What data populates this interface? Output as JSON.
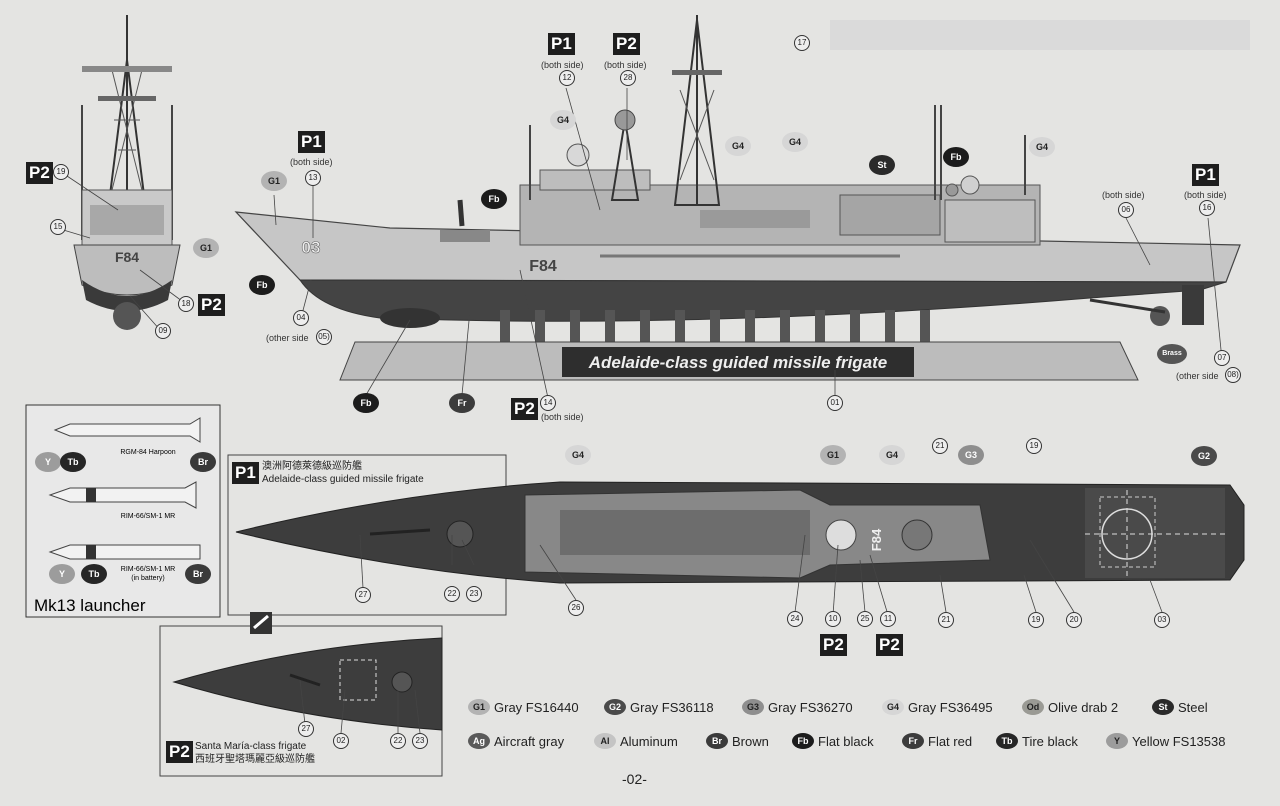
{
  "page_number": "-02-",
  "display_title": "Adelaide-class guided missile frigate",
  "hull": {
    "bow_number": "03",
    "pennant": "F84",
    "deck_marking": "F84"
  },
  "markers": {
    "p1": "P1",
    "p2": "P2",
    "both_side": "(both side)",
    "other_side": "(other side",
    "n01": "01",
    "n02": "02",
    "n03": "03",
    "n04": "04",
    "n05": "05)",
    "n06": "06",
    "n07": "07",
    "n08": "08)",
    "n09": "09",
    "n10": "10",
    "n11": "11",
    "n12": "12",
    "n13": "13",
    "n14": "14",
    "n15": "15",
    "n16": "16",
    "n17": "17",
    "n18": "18",
    "n19": "19",
    "n20": "20",
    "n21": "21",
    "n22": "22",
    "n23": "23",
    "n24": "24",
    "n25": "25",
    "n26": "26",
    "n27": "27",
    "n28": "28"
  },
  "color_codes": {
    "g1": "G1",
    "g2": "G2",
    "g3": "G3",
    "g4": "G4",
    "st": "St",
    "fb": "Fb",
    "fr": "Fr",
    "tb": "Tb",
    "y": "Y",
    "br": "Br",
    "brass": "Brass"
  },
  "mk13": {
    "title": "Mk13 launcher",
    "missiles": [
      "RGM-84 Harpoon",
      "RIM-66/SM-1 MR",
      "RIM-66/SM-1 MR",
      "(in battery)"
    ]
  },
  "p1_box": {
    "label": "P1",
    "chinese": "澳洲阿德萊德級巡防艦",
    "english": "Adelaide-class guided missile frigate"
  },
  "p2_box": {
    "label": "P2",
    "english": "Santa María-class frigate",
    "chinese": "西班牙聖塔瑪麗亞級巡防艦"
  },
  "legend": [
    {
      "code": "G1",
      "name": "Gray FS16440",
      "color": "#b3b3b3"
    },
    {
      "code": "G2",
      "name": "Gray FS36118",
      "color": "#4a4a4a"
    },
    {
      "code": "G3",
      "name": "Gray FS36270",
      "color": "#8e8e8e"
    },
    {
      "code": "G4",
      "name": "Gray FS36495",
      "color": "#d6d6d6"
    },
    {
      "code": "Od",
      "name": "Olive drab 2",
      "color": "#9a9a94"
    },
    {
      "code": "St",
      "name": "Steel",
      "color": "#2a2a2a"
    },
    {
      "code": "Ag",
      "name": "Aircraft gray",
      "color": "#5a5a5a"
    },
    {
      "code": "Al",
      "name": "Aluminum",
      "color": "#c4c4c4"
    },
    {
      "code": "Br",
      "name": "Brown",
      "color": "#3a3a3a"
    },
    {
      "code": "Fb",
      "name": "Flat black",
      "color": "#1c1c1c"
    },
    {
      "code": "Fr",
      "name": "Flat red",
      "color": "#3c3c3c"
    },
    {
      "code": "Tb",
      "name": "Tire black",
      "color": "#262626"
    },
    {
      "code": "Y",
      "name": "Yellow FS13538",
      "color": "#9c9c9c"
    }
  ]
}
